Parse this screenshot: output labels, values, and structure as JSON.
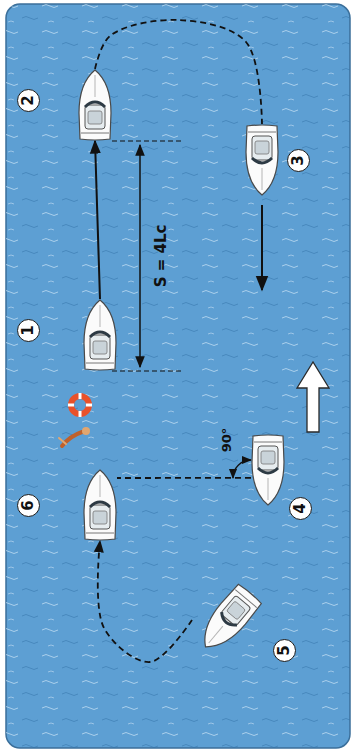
{
  "diagram": {
    "nodes": [
      {
        "text": [
          "1"
        ]
      },
      {
        "text": [
          "2"
        ]
      },
      {
        "text": [
          "3"
        ]
      },
      {
        "text": [
          "4"
        ]
      },
      {
        "text": [
          "5"
        ]
      },
      {
        "text": [
          "6"
        ]
      }
    ],
    "edges": [
      {
        "from": 0,
        "to": 1,
        "arrow": "to"
      },
      {
        "from": 1,
        "to": 2,
        "arrow": "none"
      },
      {
        "from": 3,
        "to": 5,
        "arrow": "none"
      },
      {
        "from": 4,
        "to": 5,
        "arrow": "to"
      }
    ],
    "labels": [
      "S = 4Lc",
      "90°"
    ]
  }
}
